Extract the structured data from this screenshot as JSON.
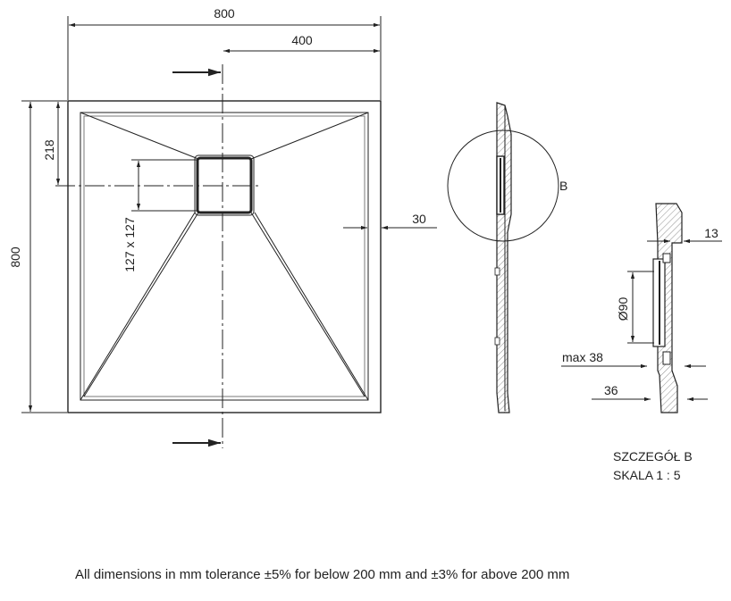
{
  "dimensions": {
    "width_total": "800",
    "width_half": "400",
    "height_total": "800",
    "drain_offset": "218",
    "drain_size": "127 x 127",
    "border": "30",
    "edge_13": "13",
    "drain_diameter": "Ø90",
    "max_depth": "max 38",
    "depth_36": "36"
  },
  "detail": {
    "marker": "B",
    "title": "SZCZEGÓŁ B",
    "scale": "SKALA 1 : 5"
  },
  "note": "All dimensions in mm tolerance ±5% for below 200 mm and ±3% for above 200 mm"
}
